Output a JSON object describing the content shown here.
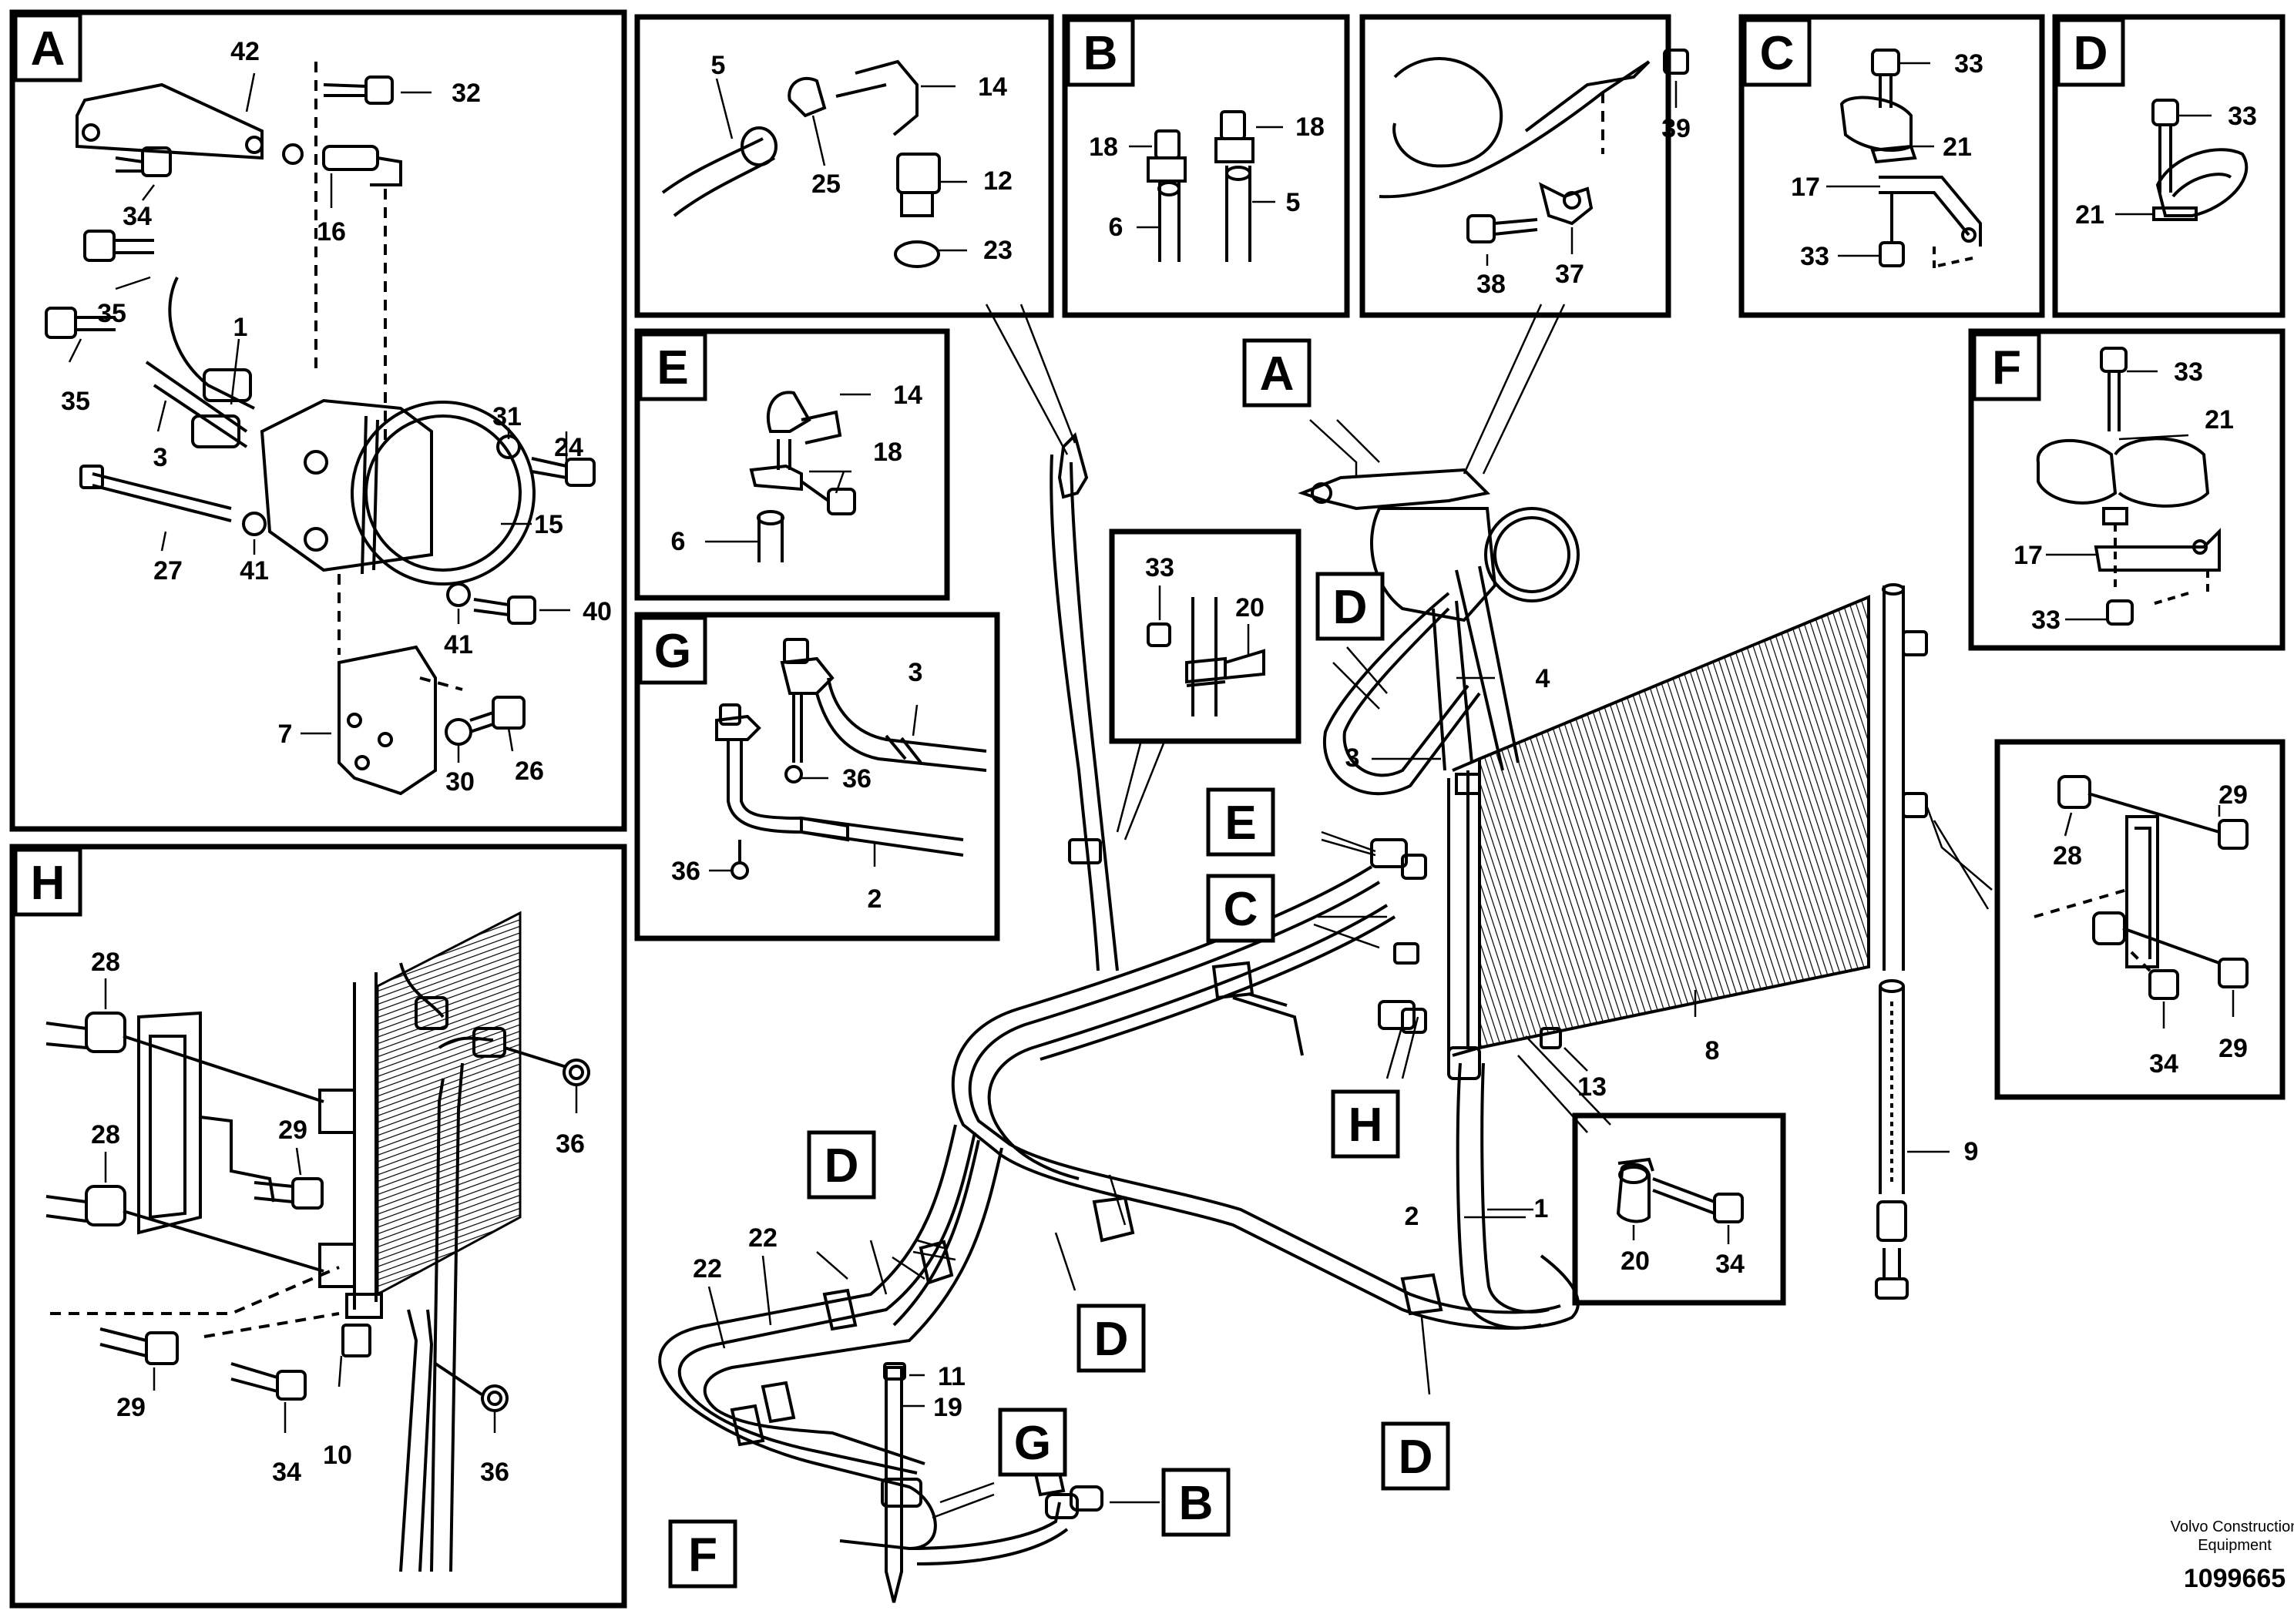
{
  "credit": {
    "line1": "Volvo Construction",
    "line2": "Equipment"
  },
  "doc_number": "1099665",
  "inset_letters": {
    "A": "A",
    "B": "B",
    "C": "C",
    "D": "D",
    "E": "E",
    "F": "F",
    "G": "G",
    "H": "H"
  },
  "parts": {
    "p1": "1",
    "p2": "2",
    "p3": "3",
    "p4": "4",
    "p5": "5",
    "p6": "6",
    "p7": "7",
    "p8": "8",
    "p9": "9",
    "p10": "10",
    "p11": "11",
    "p12": "12",
    "p13": "13",
    "p14": "14",
    "p15": "15",
    "p16": "16",
    "p17": "17",
    "p18": "18",
    "p19": "19",
    "p20": "20",
    "p21": "21",
    "p22": "22",
    "p23": "23",
    "p24": "24",
    "p25": "25",
    "p26": "26",
    "p27": "27",
    "p28": "28",
    "p29": "29",
    "p30": "30",
    "p31": "31",
    "p32": "32",
    "p33": "33",
    "p34": "34",
    "p35": "35",
    "p36": "36",
    "p37": "37",
    "p38": "38",
    "p39": "39",
    "p40": "40",
    "p41": "41",
    "p42": "42"
  }
}
